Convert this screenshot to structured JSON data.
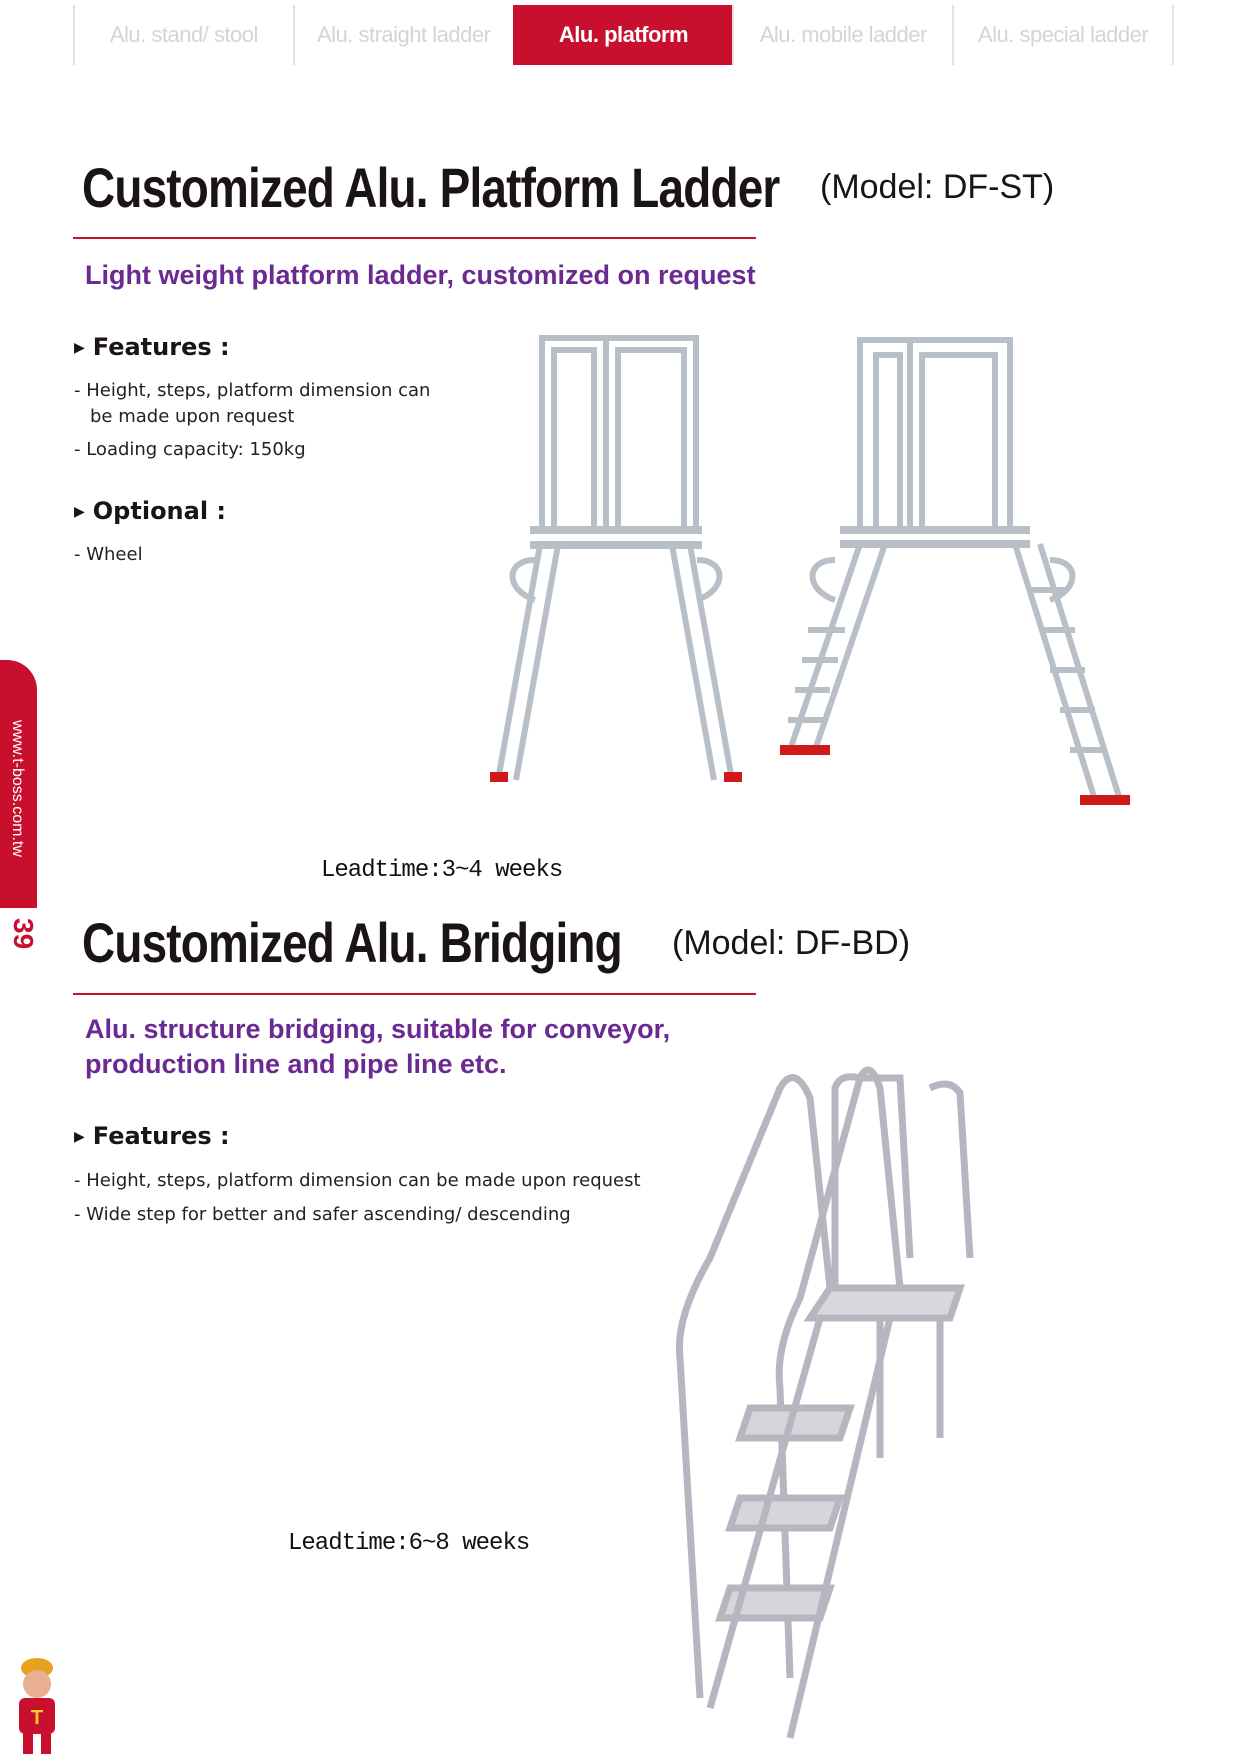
{
  "tabs": [
    {
      "label": "Alu. stand/ stool"
    },
    {
      "label": "Alu. straight ladder"
    },
    {
      "label": "Alu. platform",
      "active": true
    },
    {
      "label": "Alu. mobile ladder"
    },
    {
      "label": "Alu. special ladder"
    }
  ],
  "side": {
    "url": "www.t-boss.com.tw",
    "page": "39"
  },
  "section1": {
    "title": "Customized Alu. Platform Ladder",
    "model": "(Model: DF-ST)",
    "subtitle": "Light weight platform ladder, customized on request",
    "features_heading": "Features :",
    "features": [
      "Height, steps, platform dimension can",
      "be made upon request",
      "Loading capacity: 150kg"
    ],
    "optional_heading": "Optional :",
    "optional": [
      "Wheel"
    ],
    "leadtime": "Leadtime:3~4 weeks"
  },
  "section2": {
    "title": "Customized Alu. Bridging",
    "model": "(Model: DF-BD)",
    "subtitle_1": "Alu. structure bridging, suitable for conveyor,",
    "subtitle_2": "production line and pipe line etc.",
    "features_heading": "Features :",
    "features": [
      "Height, steps, platform dimension can be made upon request",
      "Wide step for better and safer ascending/ descending"
    ],
    "leadtime": "Leadtime:6~8 weeks"
  },
  "colors": {
    "brand_red": "#c8102e",
    "subtitle_purple": "#6a2a92"
  }
}
